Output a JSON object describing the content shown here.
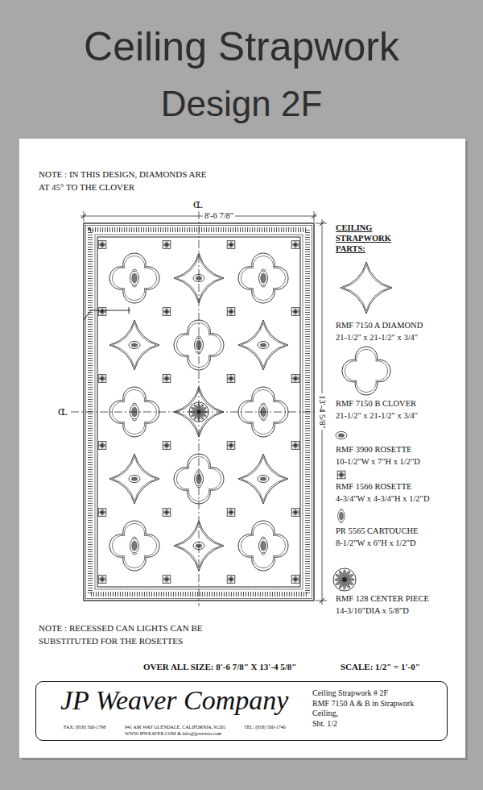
{
  "diagram": {
    "title": "Ceiling Strapwork",
    "caption": "Design 2F",
    "nodes": [
      {
        "text": [
          "JP Weaver Company",
          "FAX: (818) 500-1798",
          "941 AIR WAY GLENDALE, CALIFORNIA, 91201",
          "TEL: (818) 500-1740",
          "WWW.JPWEAVER.COM & info@jpweaver.com",
          "Ceiling Strapwork # 2F",
          "RMF 7150 A & B in Strapwork Ceiling,",
          "Sht. 1/2"
        ]
      }
    ],
    "labels": [
      "NOTE : IN THIS DESIGN, DIAMONDS ARE AT 45° TO THE CLOVER",
      "CL",
      "8'-6 7/8\"",
      "CL",
      "13'-4 5/8\"",
      "CEILING STRAPWORK PARTS:",
      "RMF 7150 A DIAMOND",
      "21-1/2\" x 21-1/2\" x 3/4\"",
      "RMF 7150 B CLOVER",
      "21-1/2\" x 21-1/2\" x 3/4\"",
      "RMF 3900 ROSETTE",
      "10-1/2\"W x 7\"H x 1/2\"D",
      "RMF 1566 ROSETTE",
      "4-3/4\"W x 4-3/4\"H x 1/2\"D",
      "PR 5565 CARTOUCHE",
      "8-1/2\"W x 6\"H x 1/2\"D",
      "RMF 128 CENTER PIECE",
      "14-3/16\"DIA x 5/8\"D",
      "NOTE : RECESSED CAN LIGHTS CAN BE SUBSTITUTED FOR THE ROSETTES",
      "OVER ALL SIZE: 8'-6 7/8\" X 13'-4 5/8\"",
      "SCALE: 1/2\" = 1'-0\""
    ]
  }
}
